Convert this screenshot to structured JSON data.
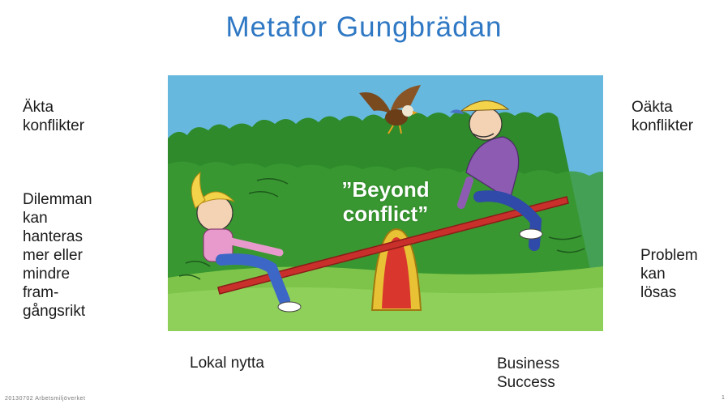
{
  "slide": {
    "title": "Metafor Gungbrädan",
    "left_top": "Äkta\nkonflikter",
    "left_mid": "Dilemman\nkan\nhanteras\nmer eller\nmindre\nfram-\ngångsrikt",
    "right_top": "Oäkta\nkonflikter",
    "right_mid": "Problem\nkan\nlösas",
    "bottom_left": "Lokal nytta",
    "bottom_right": "Business\nSuccess",
    "cartoon_caption": "”Beyond\nconflict”",
    "footer": "20130702 Arbetsmiljöverket",
    "page_number": "1"
  },
  "colors": {
    "title": "#2f78c4",
    "sky": "#66b8df",
    "bushes": "#2e8a2a",
    "grass": "#7ec44a",
    "plank": "#c9302c",
    "fulcrum": "#e8c234"
  }
}
